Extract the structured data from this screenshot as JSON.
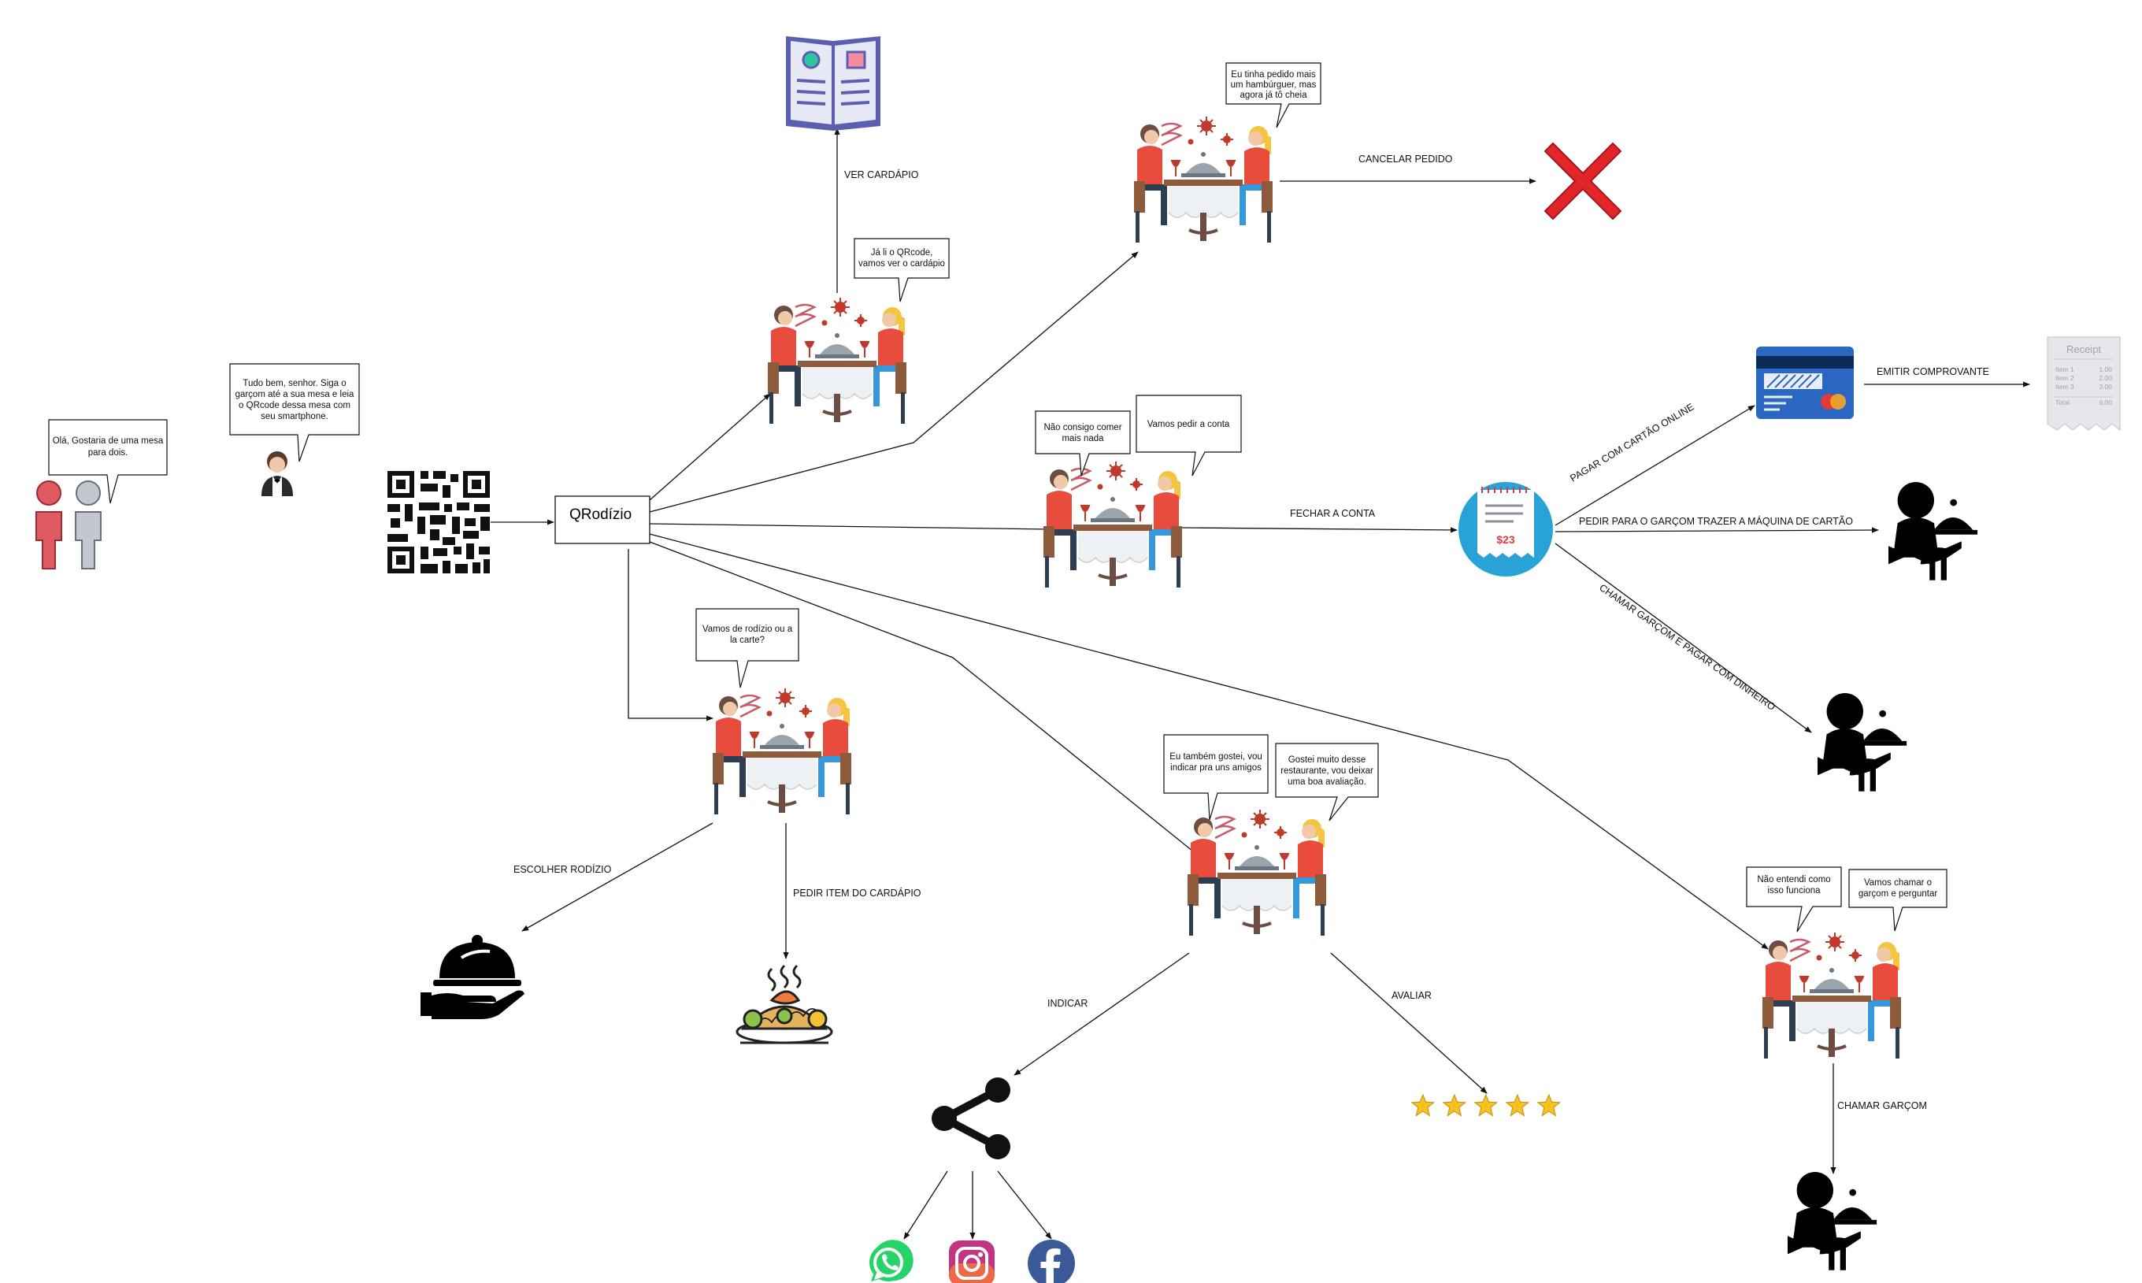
{
  "root_node": {
    "label": "QRodízio"
  },
  "speech": {
    "customers": [
      "Olá, Gostaria de uma mesa",
      "para dois."
    ],
    "waiter": [
      "Tudo bem, senhor. Siga o",
      "garçom até a sua mesa e leia",
      "o QRcode dessa mesa com",
      "seu smartphone."
    ],
    "read_qr": [
      "Já li o QRcode,",
      "vamos ver o cardápio"
    ],
    "cancel": [
      "Eu tinha pedido mais",
      "um hambúrguer, mas",
      "agora já tô cheia"
    ],
    "cant_eat": [
      "Não consigo comer",
      "mais nada"
    ],
    "ask_bill": [
      "Vamos pedir a conta"
    ],
    "rodizio_or_carte": [
      "Vamos de rodízio ou a",
      "la carte?"
    ],
    "recommend": [
      "Eu também gostei, vou",
      "indicar pra uns amigos"
    ],
    "review": [
      "Gostei muito desse",
      "restaurante, vou deixar",
      "uma boa avaliação."
    ],
    "not_understood": [
      "Não entendi como",
      "isso funciona"
    ],
    "call_waiter_q": [
      "Vamos chamar o",
      "garçom e perguntar"
    ]
  },
  "edges": {
    "ver_cardapio": "VER CARDÁPIO",
    "cancelar_pedido": "CANCELAR PEDIDO",
    "fechar_conta": "FECHAR A CONTA",
    "pagar_cartao_online": "PAGAR COM CARTÃO ONLINE",
    "emitir_comprovante": "EMITIR COMPROVANTE",
    "pedir_maquina": "PEDIR PARA O GARÇOM TRAZER A MÁQUINA DE CARTÃO",
    "pagar_dinheiro": "CHAMAR GARÇOM E PAGAR COM DINHEIRO",
    "escolher_rodizio": "ESCOLHER RODÍZIO",
    "pedir_item": "PEDIR ITEM DO CARDÁPIO",
    "indicar": "INDICAR",
    "avaliar": "AVALIAR",
    "chamar_garcom": "CHAMAR GARÇOM"
  },
  "receipt": {
    "title": "Receipt",
    "items": [
      {
        "name": "Item 1",
        "price": "1.00"
      },
      {
        "name": "Item 2",
        "price": "2.00"
      },
      {
        "name": "Item 3",
        "price": "3.00"
      }
    ],
    "total_label": "Total",
    "total": "6.00"
  },
  "bill_amount": "$23",
  "rating": {
    "stars": 5
  },
  "icons": [
    "customers-icon",
    "waiter-icon",
    "qr-code-icon",
    "menu-book-icon",
    "couple-dining-icon",
    "cancel-x-icon",
    "credit-card-icon",
    "receipt-icon",
    "bill-icon",
    "waiter-tray-icon",
    "food-cloche-icon",
    "pasta-dish-icon",
    "share-icon",
    "star-icon",
    "whatsapp-icon",
    "instagram-icon",
    "facebook-icon"
  ],
  "colors": {
    "menu_book": "#5c5fb0",
    "cancel": "#e2252b",
    "card": "#2a66c2",
    "bill_circle": "#29a3d6",
    "star": "#f7c21f",
    "whatsapp": "#25d366",
    "facebook": "#3b5998"
  }
}
